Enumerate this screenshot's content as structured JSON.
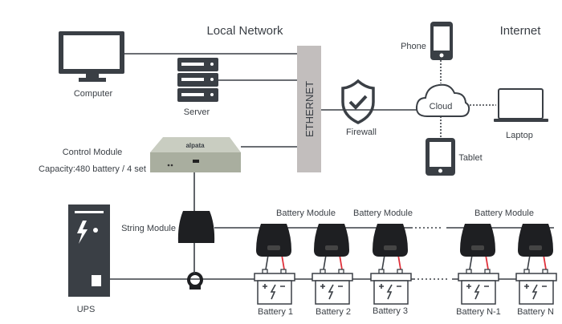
{
  "titles": {
    "local": "Local Network",
    "internet": "Internet"
  },
  "nodes": {
    "computer": "Computer",
    "server": "Server",
    "ethernet": "ETHERNET",
    "firewall": "Firewall",
    "cloud": "Cloud",
    "phone": "Phone",
    "tablet": "Tablet",
    "laptop": "Laptop",
    "control_module": "Control Module",
    "capacity": "Capacity:480 battery / 4 set",
    "control_logo": "alpata",
    "string_module": "String Module",
    "ups": "UPS"
  },
  "battery_module_labels": [
    "Battery Module",
    "Battery Module",
    "Battery Module"
  ],
  "batteries": [
    "Battery 1",
    "Battery 2",
    "Battery 3",
    "Battery N-1",
    "Battery N"
  ],
  "colors": {
    "icon": "#3a3f45",
    "ethernet": "#c2bebd",
    "module": "#1e1f22",
    "positive_wire": "#e0303a"
  }
}
